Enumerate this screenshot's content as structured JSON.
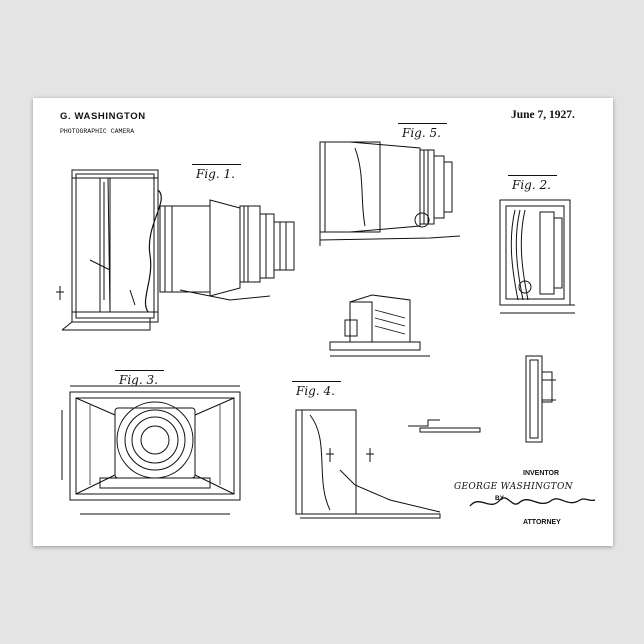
{
  "header": {
    "inventor_name": "G. WASHINGTON",
    "title": "PHOTOGRAPHIC CAMERA",
    "date": "June 7, 1927."
  },
  "figures": {
    "fig1": "Fig. 1.",
    "fig2": "Fig. 2.",
    "fig3": "Fig. 3.",
    "fig4": "Fig. 4.",
    "fig5": "Fig. 5."
  },
  "signature": {
    "inventor_label": "INVENTOR",
    "inventor_name": "GEORGE WASHINGTON",
    "by_label": "BY",
    "attorney_label": "ATTORNEY"
  },
  "colors": {
    "background": "#e4e4e4",
    "paper": "#ffffff",
    "ink": "#111111"
  }
}
